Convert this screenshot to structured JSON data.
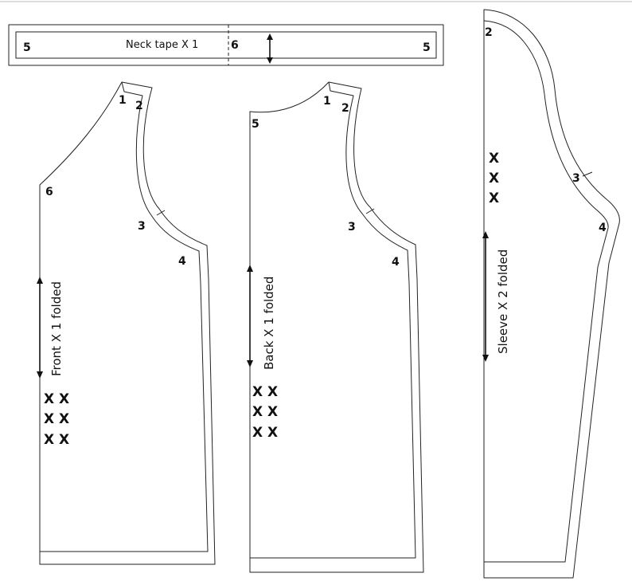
{
  "neck_tape": {
    "label": "Neck tape X 1",
    "marks": [
      "5",
      "6",
      "5"
    ]
  },
  "front": {
    "label": "Front X 1 folded",
    "marks": [
      "1",
      "2",
      "3",
      "4",
      "6"
    ],
    "x_marks": [
      "X X",
      "X X",
      "X X"
    ]
  },
  "back": {
    "label": "Back X 1 folded",
    "marks": [
      "1",
      "2",
      "3",
      "4",
      "5"
    ],
    "x_marks": [
      "X X",
      "X X",
      "X X"
    ]
  },
  "sleeve": {
    "label": "Sleeve X 2 folded",
    "marks": [
      "2",
      "3",
      "4"
    ],
    "x_marks": [
      "X",
      "X",
      "X"
    ]
  }
}
